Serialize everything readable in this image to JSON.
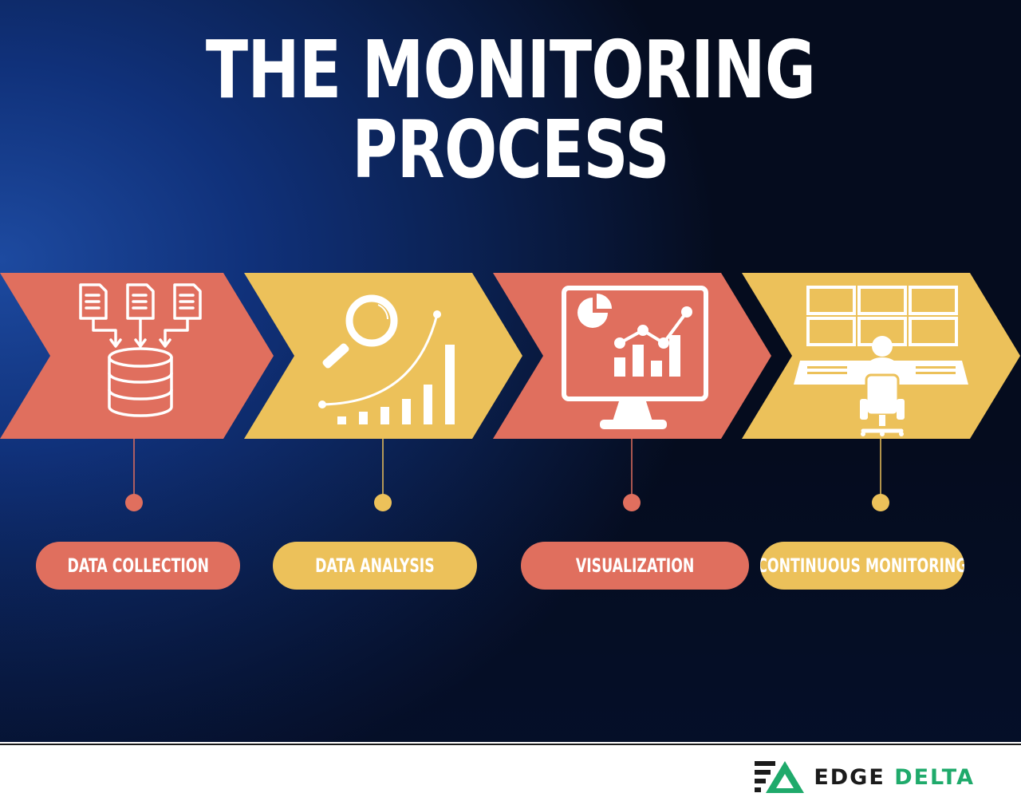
{
  "title": "THE MONITORING PROCESS",
  "colors": {
    "coral": "#e06f5e",
    "gold": "#ecc15a",
    "navy": "#0b2152",
    "brand_green": "#1faa6b"
  },
  "steps": [
    {
      "label": "DATA COLLECTION",
      "icon": "documents-to-database-icon",
      "color": "coral"
    },
    {
      "label": "DATA ANALYSIS",
      "icon": "magnifier-growth-chart-icon",
      "color": "gold"
    },
    {
      "label": "VISUALIZATION",
      "icon": "monitor-dashboard-icon",
      "color": "coral"
    },
    {
      "label": "CONTINUOUS MONITORING",
      "icon": "operator-control-room-icon",
      "color": "gold"
    }
  ],
  "brand": {
    "name_part1": "EDGE",
    "name_part2": "DELTA",
    "icon": "edge-delta-logo-icon"
  }
}
